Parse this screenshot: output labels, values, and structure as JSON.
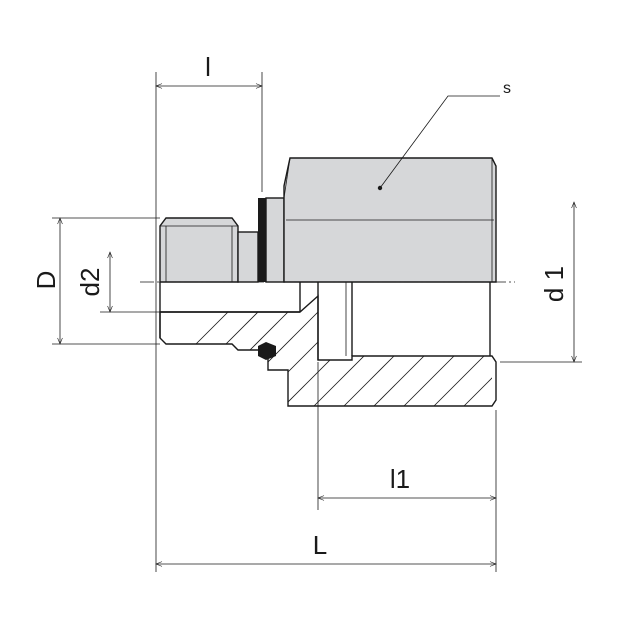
{
  "labels": {
    "l": "l",
    "s": "s",
    "D": "D",
    "d2": "d2",
    "d1": "d 1",
    "l1": "l1",
    "L": "L"
  }
}
